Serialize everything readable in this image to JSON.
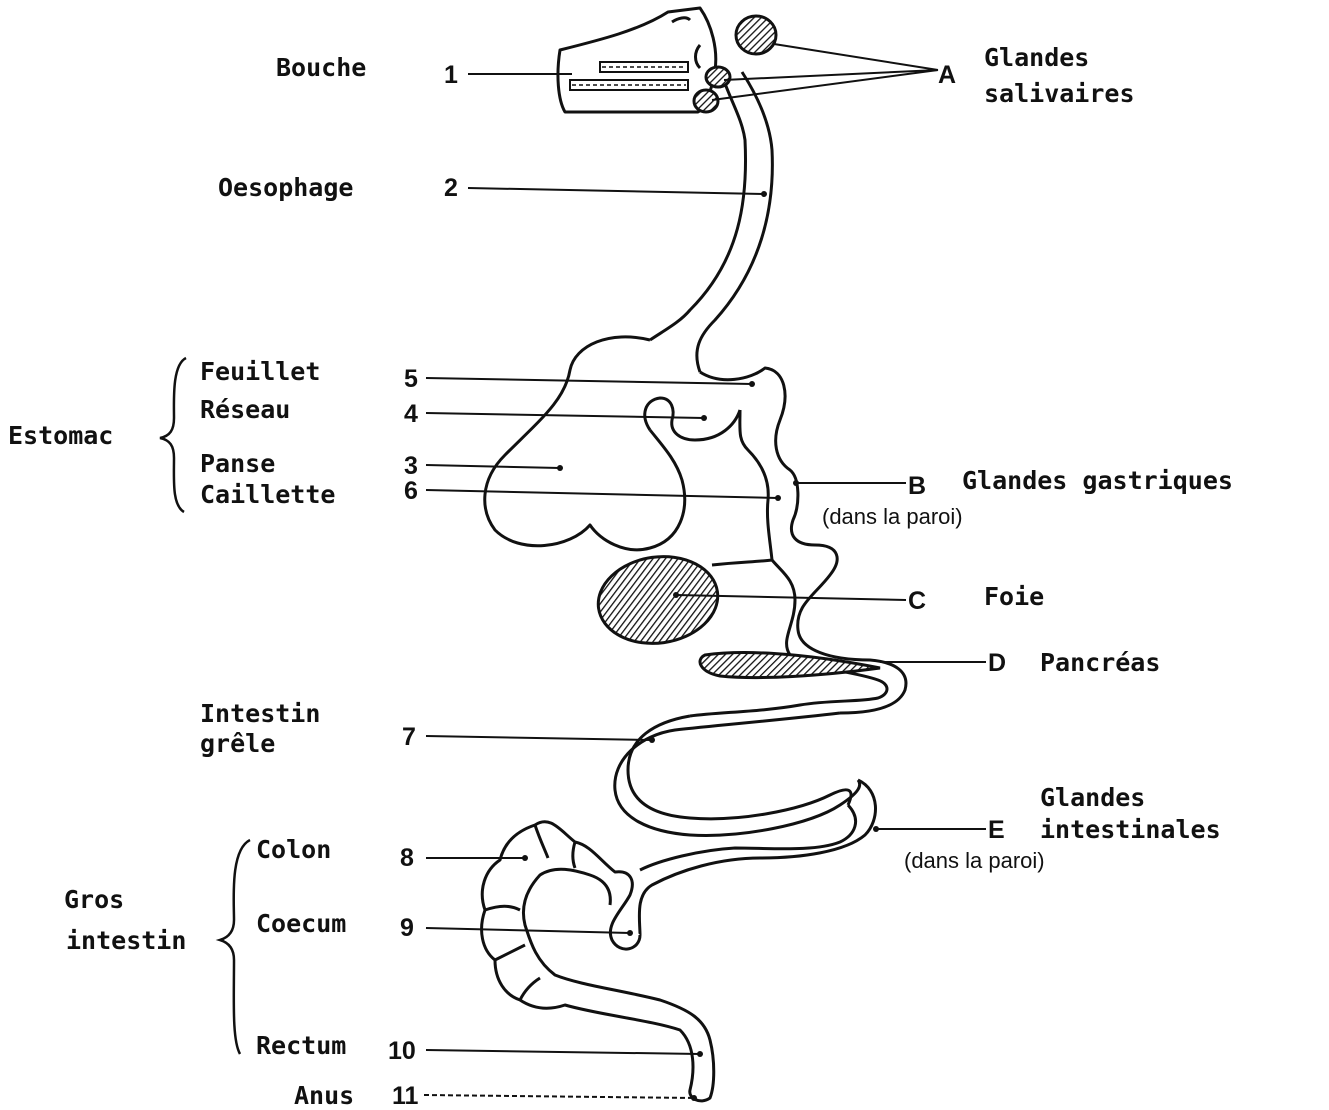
{
  "organs": {
    "bouche": "Bouche",
    "oesophage": "Oesophage",
    "estomac": "Estomac",
    "feuillet": "Feuillet",
    "reseau": "Réseau",
    "panse": "Panse",
    "caillette": "Caillette",
    "intestin_grele_1": "Intestin",
    "intestin_grele_2": "grêle",
    "gros_intestin_1": "Gros",
    "gros_intestin_2": "intestin",
    "colon": "Colon",
    "coecum": "Coecum",
    "rectum": "Rectum",
    "anus": "Anus"
  },
  "numbers": {
    "n1": "1",
    "n2": "2",
    "n3": "3",
    "n4": "4",
    "n5": "5",
    "n6": "6",
    "n7": "7",
    "n8": "8",
    "n9": "9",
    "n10": "10",
    "n11": "11"
  },
  "glands": {
    "A": "A",
    "A_label_1": "Glandes",
    "A_label_2": "salivaires",
    "B": "B",
    "B_label": "Glandes gastriques",
    "B_note": "(dans la paroi)",
    "C": "C",
    "C_label": "Foie",
    "D": "D",
    "D_label": "Pancréas",
    "E": "E",
    "E_label_1": "Glandes",
    "E_label_2": "intestinales",
    "E_note": "(dans la paroi)"
  }
}
